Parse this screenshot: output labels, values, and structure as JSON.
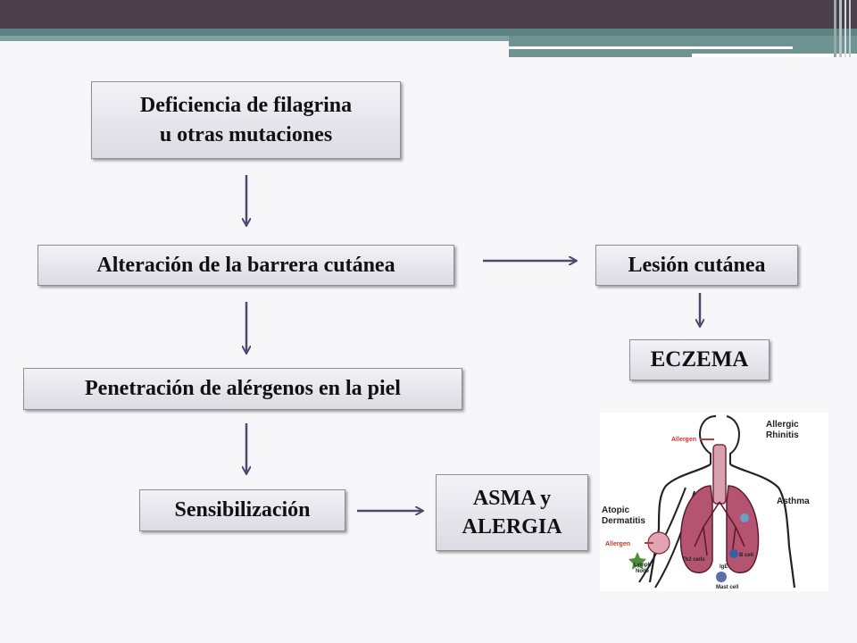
{
  "colors": {
    "header_dark": "#4a3f4a",
    "header_teal": "#5b8383",
    "box_fill_top": "#f3f2f6",
    "box_fill_bottom": "#dcdbe3",
    "arrow": "#4b4a73",
    "lung_fill": "#b55470",
    "allergen_label": "#c0392b"
  },
  "diagram": {
    "boxes": {
      "deficiencia": "Deficiencia de filagrina\nu otras mutaciones",
      "alteracion": "Alteración de la barrera cutánea",
      "lesion": "Lesión cutánea",
      "eczema": "ECZEMA",
      "penetracion": "Penetración de alérgenos en la piel",
      "sensibilizacion": "Sensibilización",
      "asma": "ASMA y\nALERGIA"
    }
  },
  "illustration": {
    "labels": {
      "allergic": "Allergic",
      "rhinitis": "Rhinitis",
      "allergen_top": "Allergen",
      "asthma": "Asthma",
      "atopic": "Atopic",
      "dermatitis": "Dermatitis",
      "allergen_bottom": "Allergen",
      "lymph": "Lymph",
      "node": "Node",
      "th2_cells": "Th2 cells",
      "b_cell": "B cell",
      "ige": "IgE",
      "mast_cell": "Mast cell"
    }
  }
}
